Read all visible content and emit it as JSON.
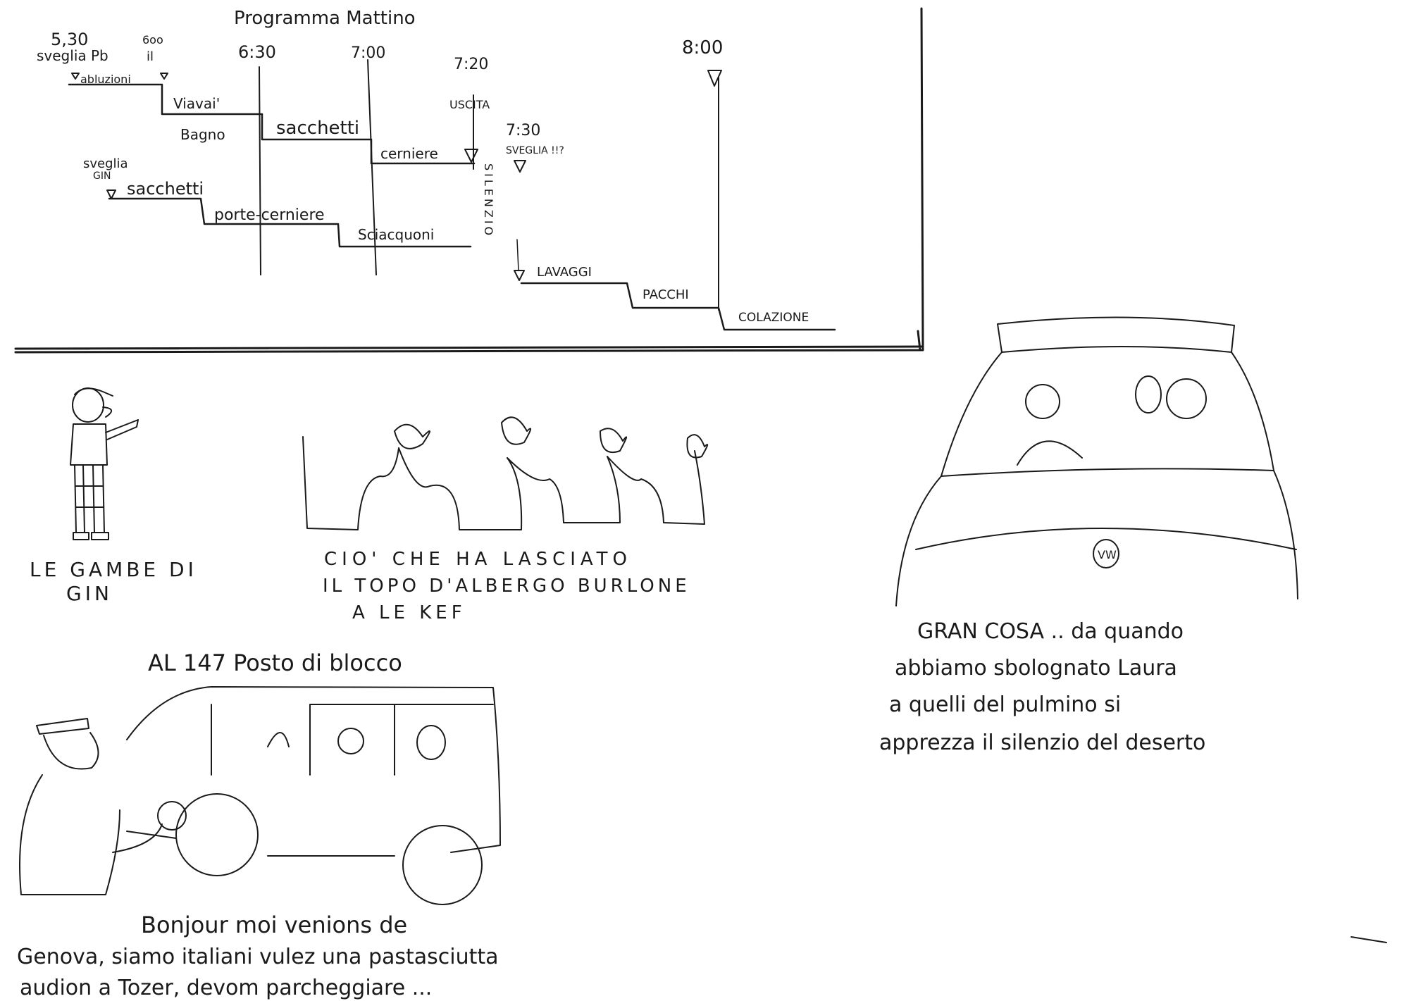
{
  "schedule": {
    "title": "Programma Mattino",
    "times": {
      "t530": "5,30",
      "t600": "6oo",
      "t630": "6:30",
      "t700": "7:00",
      "t720": "7:20",
      "t730": "7:30",
      "t800": "8:00"
    },
    "labels": {
      "sveglia_pb": "sveglia Pb",
      "il": "il",
      "abluzioni": "abluzioni",
      "viavai": "Viavai'",
      "bagno": "Bagno",
      "sacchetti_top": "sacchetti",
      "cerniere_top": "cerniere",
      "uscita": "USCITA",
      "sveglia_730": "SVEGLIA !!?",
      "silenzio": "SILENZIO",
      "sveglia_gin": "sveglia",
      "gin": "GIN",
      "sacchetti_bottom": "sacchetti",
      "porte_cerniere": "porte-cerniere",
      "sciacquoni": "Sciacquoni",
      "lavaggi": "LAVAGGI",
      "pacchi": "PACCHI",
      "colazione": "COLAZIONE"
    }
  },
  "captions": {
    "gin_line1": "LE GAMBE DI",
    "gin_line2": "GIN",
    "bags_line1": "CIO' CHE HA LASCIATO",
    "bags_line2": "IL TOPO D'ALBERGO BURLONE",
    "bags_line3": "A LE KEF",
    "car_line1": "GRAN COSA .. da quando",
    "car_line2": "abbiamo sbolognato Laura",
    "car_line3": "a quelli del pulmino si",
    "car_line4": "apprezza il silenzio del deserto",
    "van_title": "AL 147 Posto di blocco",
    "van_line1": "Bonjour moi venions de",
    "van_line2": "Genova, siamo italiani vulez una pastasciutta",
    "van_line3": "audion a Tozer, devom parcheggiare ...",
    "badge": "VW"
  },
  "colors": {
    "ink": "#1a1a1a",
    "paper": "#ffffff"
  }
}
